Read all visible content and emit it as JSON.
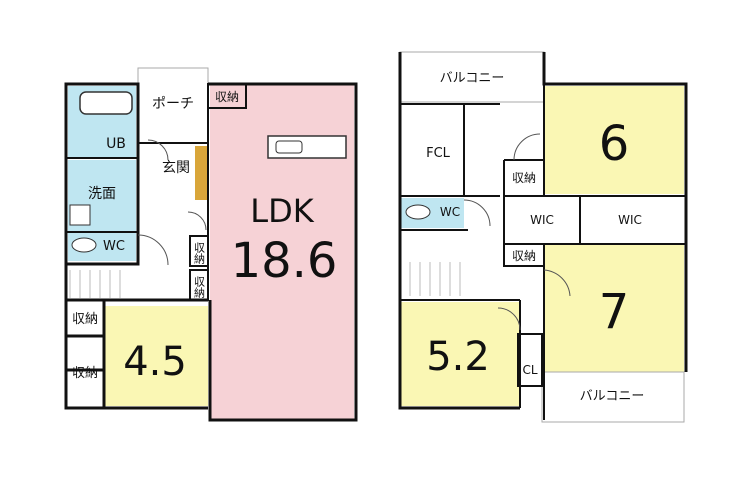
{
  "floor1": {
    "ldk_label": "LDK",
    "ldk_size": "18.6",
    "entrance": "玄関",
    "porch": "ポーチ",
    "ub": "UB",
    "washroom": "洗面",
    "wc": "WC",
    "storage_top": "収納",
    "storage_mid1": "収納",
    "storage_mid2": "収納",
    "storage_left1": "収納",
    "storage_left2": "収納",
    "room_size": "4.5"
  },
  "floor2": {
    "balcony_top": "バルコニー",
    "balcony_bottom": "バルコニー",
    "fcl": "FCL",
    "wc": "WC",
    "wic1": "WIC",
    "wic2": "WIC",
    "storage1": "収納",
    "storage2": "収納",
    "cl": "CL",
    "room6": "6",
    "room7": "7",
    "room52": "5.2"
  },
  "colors": {
    "ldk": "#f6d2d6",
    "room": "#faf7b4",
    "wet": "#bfe6f1",
    "wall": "#111111",
    "stair": "#d9a63a"
  }
}
